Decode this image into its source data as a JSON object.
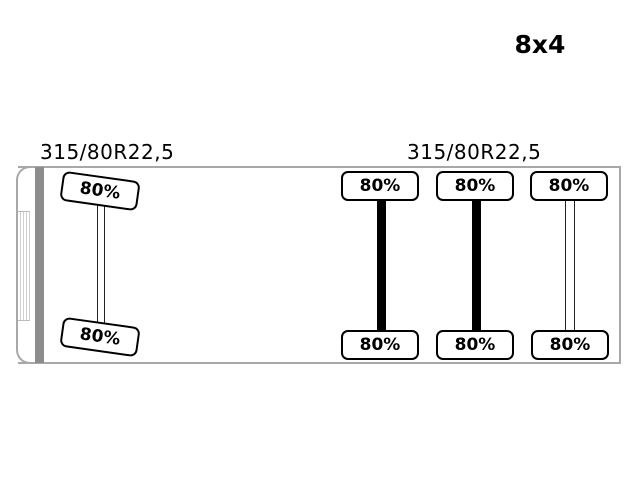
{
  "configuration": "8x4",
  "front": {
    "tire_size": "315/80R22,5",
    "axles": [
      {
        "type": "steer",
        "left_tread": "80%",
        "right_tread": "80%"
      }
    ]
  },
  "rear": {
    "tire_size": "315/80R22,5",
    "axles": [
      {
        "type": "drive",
        "left_tread": "80%",
        "right_tread": "80%"
      },
      {
        "type": "drive",
        "left_tread": "80%",
        "right_tread": "80%"
      },
      {
        "type": "tag",
        "left_tread": "80%",
        "right_tread": "80%"
      }
    ]
  }
}
